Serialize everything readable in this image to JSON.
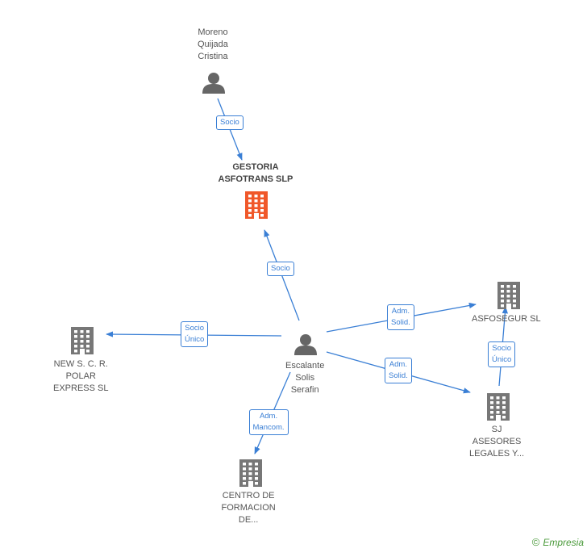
{
  "nodes": [
    {
      "id": "moreno",
      "type": "person",
      "label_lines": [
        "Moreno",
        "Quijada",
        "Cristina"
      ]
    },
    {
      "id": "gestoria",
      "type": "company-main",
      "label_lines": [
        "GESTORIA",
        "ASFOTRANS SLP"
      ]
    },
    {
      "id": "escalante",
      "type": "person",
      "label_lines": [
        "Escalante",
        "Solis",
        "Serafin"
      ]
    },
    {
      "id": "newsc",
      "type": "company",
      "label_lines": [
        "NEW S.  C. R.",
        "POLAR",
        "EXPRESS SL"
      ]
    },
    {
      "id": "asfosegur",
      "type": "company",
      "label_lines": [
        "ASFOSEGUR SL"
      ]
    },
    {
      "id": "sj",
      "type": "company",
      "label_lines": [
        "SJ",
        "ASESORES",
        "LEGALES Y..."
      ]
    },
    {
      "id": "centro",
      "type": "company",
      "label_lines": [
        "CENTRO DE",
        "FORMACION",
        "DE..."
      ]
    }
  ],
  "edges": [
    {
      "id": "e1",
      "from": "moreno",
      "to": "gestoria",
      "label_lines": [
        "Socio"
      ]
    },
    {
      "id": "e2",
      "from": "escalante",
      "to": "gestoria",
      "label_lines": [
        "Socio"
      ]
    },
    {
      "id": "e3",
      "from": "escalante",
      "to": "newsc",
      "label_lines": [
        "Socio",
        "Único"
      ]
    },
    {
      "id": "e4",
      "from": "escalante",
      "to": "asfosegur",
      "label_lines": [
        "Adm.",
        "Solid."
      ]
    },
    {
      "id": "e5",
      "from": "escalante",
      "to": "sj",
      "label_lines": [
        "Adm.",
        "Solid."
      ]
    },
    {
      "id": "e6",
      "from": "sj",
      "to": "asfosegur",
      "label_lines": [
        "Socio",
        "Único"
      ]
    },
    {
      "id": "e7",
      "from": "escalante",
      "to": "centro",
      "label_lines": [
        "Adm.",
        "Mancom."
      ]
    }
  ],
  "colors": {
    "edge": "#3a7fd5",
    "person_icon": "#666666",
    "company_icon": "#777777",
    "main_company_icon": "#f0582a"
  },
  "brand": {
    "copyright": "©",
    "name": "Empresia"
  }
}
